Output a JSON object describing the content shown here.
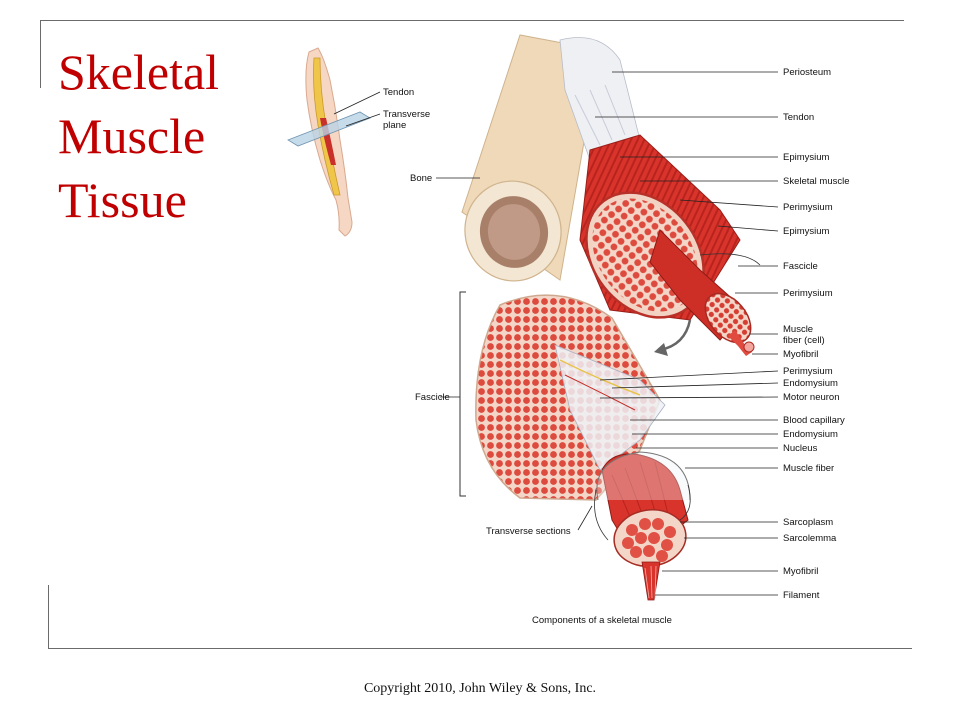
{
  "slide": {
    "title_lines": [
      "Skeletal",
      "Muscle",
      "Tissue"
    ],
    "footer": "Copyright 2010, John Wiley & Sons, Inc."
  },
  "figure": {
    "arm_inset_labels": {
      "tendon": "Tendon",
      "transverse_plane_1": "Transverse",
      "transverse_plane_2": "plane"
    },
    "bone_label": "Bone",
    "right_labels": {
      "periosteum": "Periosteum",
      "tendon": "Tendon",
      "epimysium_1": "Epimysium",
      "skeletal_muscle": "Skeletal muscle",
      "perimysium_1": "Perimysium",
      "epimysium_2": "Epimysium",
      "fascicle": "Fascicle",
      "perimysium_2": "Perimysium",
      "muscle_fiber_cell_1": "Muscle",
      "muscle_fiber_cell_2": "fiber (cell)",
      "myofibril_1": "Myofibril",
      "perimysium_3": "Perimysium",
      "endomysium_1": "Endomysium",
      "motor_neuron": "Motor neuron",
      "blood_capillary": "Blood capillary",
      "endomysium_2": "Endomysium",
      "nucleus": "Nucleus",
      "muscle_fiber": "Muscle fiber",
      "sarcoplasm": "Sarcoplasm",
      "sarcolemma": "Sarcolemma",
      "myofibril_2": "Myofibril",
      "filament": "Filament"
    },
    "fascicle_bracket_label": "Fascicle",
    "transverse_sections": "Transverse sections",
    "caption": "Components of a skeletal muscle"
  },
  "colors": {
    "title_red": "#c00000",
    "muscle_red": "#d8342b",
    "fiber_red": "#e2554a",
    "bone_tan": "#efd9b8",
    "tendon_white": "#eef0f4"
  }
}
